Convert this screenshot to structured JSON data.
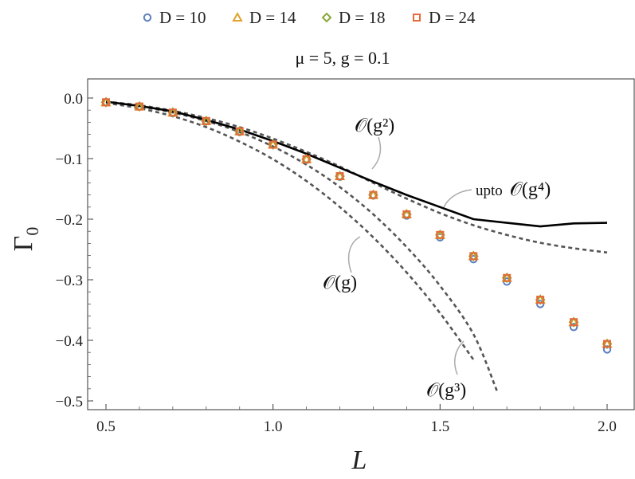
{
  "chart_data": {
    "type": "scatter",
    "title": "μ = 5,  g = 0.1",
    "xlabel": "L",
    "ylabel": "Γ₀",
    "xlim": [
      0.45,
      2.08
    ],
    "ylim": [
      -0.51,
      0.04
    ],
    "x_ticks": [
      "0.5",
      "1.0",
      "1.5",
      "2.0"
    ],
    "x_tick_values": [
      0.5,
      1.0,
      1.5,
      2.0
    ],
    "y_ticks": [
      "0.0",
      "−0.1",
      "−0.2",
      "−0.3",
      "−0.4",
      "−0.5"
    ],
    "y_tick_values": [
      0.0,
      -0.1,
      -0.2,
      -0.3,
      -0.4,
      -0.5
    ],
    "legend_position": "top",
    "series": [
      {
        "name": "D = 10",
        "marker": "circle",
        "color": "#5b7fbf",
        "x": [
          0.5,
          0.6,
          0.7,
          0.8,
          0.9,
          1.0,
          1.1,
          1.2,
          1.3,
          1.4,
          1.5,
          1.6,
          1.7,
          1.8,
          1.9,
          2.0
        ],
        "y": [
          -0.007,
          -0.014,
          -0.025,
          -0.038,
          -0.056,
          -0.077,
          -0.102,
          -0.13,
          -0.161,
          -0.194,
          -0.23,
          -0.266,
          -0.303,
          -0.34,
          -0.378,
          -0.415
        ]
      },
      {
        "name": "D = 14",
        "marker": "triangle",
        "color": "#e0a12a",
        "x": [
          0.5,
          0.6,
          0.7,
          0.8,
          0.9,
          1.0,
          1.1,
          1.2,
          1.3,
          1.4,
          1.5,
          1.6,
          1.7,
          1.8,
          1.9,
          2.0
        ],
        "y": [
          -0.007,
          -0.014,
          -0.024,
          -0.038,
          -0.055,
          -0.077,
          -0.101,
          -0.129,
          -0.16,
          -0.192,
          -0.226,
          -0.261,
          -0.297,
          -0.333,
          -0.37,
          -0.406
        ]
      },
      {
        "name": "D = 18",
        "marker": "diamond",
        "color": "#8aa83a",
        "x": [
          0.5,
          0.6,
          0.7,
          0.8,
          0.9,
          1.0,
          1.1,
          1.2,
          1.3,
          1.4,
          1.5,
          1.6,
          1.7,
          1.8,
          1.9,
          2.0
        ],
        "y": [
          -0.007,
          -0.014,
          -0.024,
          -0.038,
          -0.055,
          -0.077,
          -0.101,
          -0.129,
          -0.16,
          -0.192,
          -0.226,
          -0.261,
          -0.297,
          -0.333,
          -0.37,
          -0.406
        ]
      },
      {
        "name": "D = 24",
        "marker": "square",
        "color": "#e8693a",
        "x": [
          0.5,
          0.6,
          0.7,
          0.8,
          0.9,
          1.0,
          1.1,
          1.2,
          1.3,
          1.4,
          1.5,
          1.6,
          1.7,
          1.8,
          1.9,
          2.0
        ],
        "y": [
          -0.007,
          -0.014,
          -0.024,
          -0.038,
          -0.055,
          -0.077,
          -0.101,
          -0.129,
          -0.16,
          -0.192,
          -0.226,
          -0.261,
          -0.297,
          -0.333,
          -0.37,
          -0.406
        ]
      }
    ],
    "curves": [
      {
        "label": "O(g)",
        "style": "dashed",
        "color": "#555555",
        "x": [
          0.5,
          0.6,
          0.7,
          0.8,
          0.9,
          1.0,
          1.1,
          1.2,
          1.3,
          1.4,
          1.5,
          1.6
        ],
        "y": [
          -0.008,
          -0.017,
          -0.03,
          -0.048,
          -0.072,
          -0.101,
          -0.137,
          -0.18,
          -0.23,
          -0.288,
          -0.355,
          -0.432
        ]
      },
      {
        "label": "O(g²)",
        "style": "dashed",
        "color": "#555555",
        "x": [
          0.5,
          0.6,
          0.7,
          0.8,
          0.9,
          1.0,
          1.1,
          1.2,
          1.3,
          1.4,
          1.5,
          1.6,
          1.7,
          1.8,
          1.9,
          2.0
        ],
        "y": [
          -0.006,
          -0.012,
          -0.021,
          -0.033,
          -0.048,
          -0.067,
          -0.089,
          -0.113,
          -0.14,
          -0.166,
          -0.19,
          -0.21,
          -0.226,
          -0.239,
          -0.248,
          -0.255
        ]
      },
      {
        "label": "O(g³)",
        "style": "dashed",
        "color": "#555555",
        "x": [
          0.5,
          0.6,
          0.7,
          0.8,
          0.9,
          1.0,
          1.1,
          1.2,
          1.3,
          1.4,
          1.5,
          1.6,
          1.67
        ],
        "y": [
          -0.007,
          -0.014,
          -0.024,
          -0.038,
          -0.056,
          -0.08,
          -0.11,
          -0.147,
          -0.192,
          -0.246,
          -0.31,
          -0.39,
          -0.483
        ]
      },
      {
        "label": "upto O(g⁴)",
        "style": "solid",
        "color": "#000000",
        "x": [
          0.5,
          0.6,
          0.7,
          0.8,
          0.9,
          1.0,
          1.1,
          1.2,
          1.3,
          1.4,
          1.5,
          1.6,
          1.7,
          1.8,
          1.9,
          2.0
        ],
        "y": [
          -0.006,
          -0.013,
          -0.022,
          -0.036,
          -0.052,
          -0.071,
          -0.092,
          -0.115,
          -0.138,
          -0.16,
          -0.18,
          -0.2,
          -0.206,
          -0.212,
          -0.207,
          -0.206
        ]
      }
    ],
    "annotations": [
      {
        "text": "𝒪(g)",
        "at": [
          1.12,
          -0.307
        ]
      },
      {
        "text": "𝒪(g²)",
        "at": [
          1.36,
          -0.03
        ]
      },
      {
        "text": "𝒪(g³)",
        "at": [
          1.52,
          -0.458
        ]
      },
      {
        "text": "upto 𝒪(g⁴)",
        "at": [
          1.81,
          -0.148
        ]
      }
    ],
    "grid": false
  },
  "labels": {
    "title": "μ = 5,  g = 0.1",
    "xlabel": "L",
    "ylabel_main": "Γ",
    "ylabel_sub": "0",
    "ann_g1": "𝒪(g)",
    "ann_g2": "𝒪(g²)",
    "ann_g3": "𝒪(g³)",
    "ann_g4_prefix": "upto",
    "ann_g4": "𝒪(g⁴)"
  }
}
